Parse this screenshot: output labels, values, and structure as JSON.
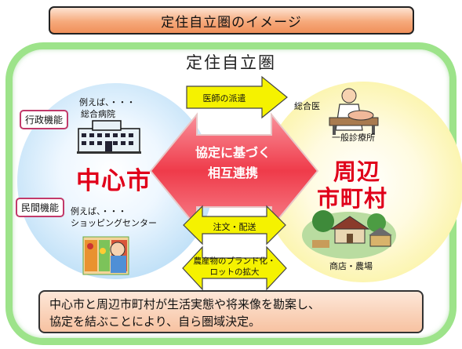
{
  "title": "定住自立圏のイメージ",
  "region_title": "定住自立圏",
  "center_city": {
    "name": "中心市",
    "tag_admin": "行政機能",
    "tag_private": "民間機能",
    "example_admin_line1": "例えば、・・・",
    "example_admin_line2": "総合病院",
    "example_private_line1": "例えば、・・・",
    "example_private_line2": "ショッピングセンター"
  },
  "surrounding": {
    "name_line1": "周辺",
    "name_line2": "市町村",
    "label_doctor": "総合医",
    "label_clinic": "一般診療所",
    "label_shops": "商店・農場"
  },
  "center_arrow": {
    "line1": "協定に基づく",
    "line2": "相互連携"
  },
  "arrows": {
    "dispatch": "医師の派遣",
    "orders": "注文・配送",
    "brand_line1": "農産物のブランド化・",
    "brand_line2": "ロットの拡大"
  },
  "description": {
    "line1": "中心市と周辺市町村が生活実態や将来像を勘案し、",
    "line2": "協定を結ぶことにより、自ら圏域決定。"
  },
  "colors": {
    "region_border": "#9de38a",
    "left_circle": "#bfe0f7",
    "right_circle": "#fbf3a3",
    "center_arrow": "#ef3b4a",
    "side_arrows": "#f5f200",
    "city_text": "#e0001a",
    "tag_border": "#c23a6a"
  }
}
